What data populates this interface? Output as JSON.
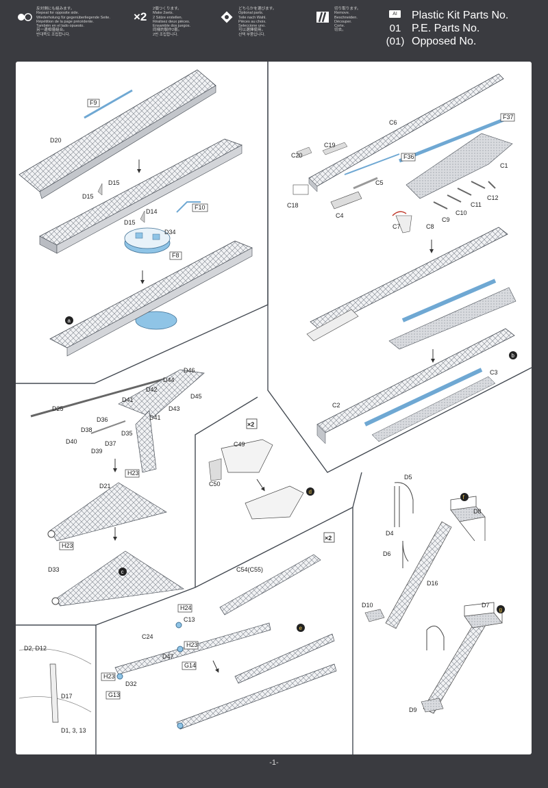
{
  "header": {
    "blocks": [
      {
        "icon": "repeat-opposite-icon",
        "lines": [
          "反対側にも組みます。",
          "Repeat for opposite side.",
          "Wiederholung für gegenüberliegende Seite.",
          "Répétition de la page précédente.",
          "También en el lado opuesto.",
          "另一邊相僅組合。",
          "반대쪽도 조립합니다."
        ]
      },
      {
        "icon": "times-two-icon",
        "symbol": "×2",
        "lines": [
          "2個つくります。",
          "Make 2sets.",
          "2 Sätze erstellen.",
          "Réalisez deux pièces.",
          "Ensamble dos juegos.",
          "同樣的製作2套。",
          "2번 조립합니다."
        ]
      },
      {
        "icon": "optional-parts-icon",
        "lines": [
          "どちらかを選びます。",
          "Optional parts.",
          "Teile nach Wahl.",
          "Pièces au choix.",
          "Seleccione uno.",
          "可以選擇使用。",
          "선택 부품입니다."
        ]
      },
      {
        "icon": "remove-cut-icon",
        "lines": [
          "切り取ります。",
          "Remove.",
          "Beschneiden.",
          "Découper.",
          "Corte.",
          "切去。",
          "절취합니다."
        ]
      }
    ],
    "legend": [
      {
        "code": "AI",
        "label": "Plastic Kit Parts No."
      },
      {
        "code": "01",
        "label": "P.E. Parts No."
      },
      {
        "code": "(01)",
        "label": "Opposed No."
      }
    ]
  },
  "steps": {
    "a": {
      "badge": "a",
      "labels": [
        "F9",
        "D20",
        "D15",
        "D15",
        "D14",
        "D15",
        "F10",
        "D34",
        "F8"
      ]
    },
    "b": {
      "badge": "b",
      "labels": [
        "C6",
        "F37",
        "C19",
        "C20",
        "F36",
        "C1",
        "C5",
        "C18",
        "C12",
        "C11",
        "C4",
        "C10",
        "C9",
        "C7",
        "C8",
        "C2",
        "C3"
      ]
    },
    "c": {
      "badge": "c",
      "labels": [
        "D46",
        "D44",
        "D42",
        "D45",
        "D41",
        "D43",
        "D25",
        "D36",
        "D41",
        "D38",
        "D35",
        "D37",
        "D40",
        "D39",
        "H23",
        "D21",
        "H23",
        "D33"
      ]
    },
    "d": {
      "badge": "d",
      "multiplier": "×2",
      "labels": [
        "C49",
        "C50"
      ]
    },
    "e": {
      "badge": "e",
      "multiplier": "×2",
      "labels": [
        "C54(C55)",
        "H24",
        "C13",
        "C24",
        "H23",
        "D47",
        "G14",
        "H23",
        "D32",
        "G13"
      ]
    },
    "f": {
      "badge": "f",
      "labels": [
        "D5",
        "D8",
        "D4",
        "D6",
        "D16",
        "D10"
      ]
    },
    "g": {
      "badge": "g",
      "labels": [
        "D7",
        "D9"
      ]
    },
    "detail": {
      "labels": [
        "D2, D12",
        "D17",
        "D1, 3, 13"
      ]
    }
  },
  "colors": {
    "frame": "#3a3b40",
    "part_blue": "#8fc4e6",
    "grey": "#cfd1d6",
    "line": "#444a52"
  },
  "footer": {
    "page": "-1-"
  }
}
